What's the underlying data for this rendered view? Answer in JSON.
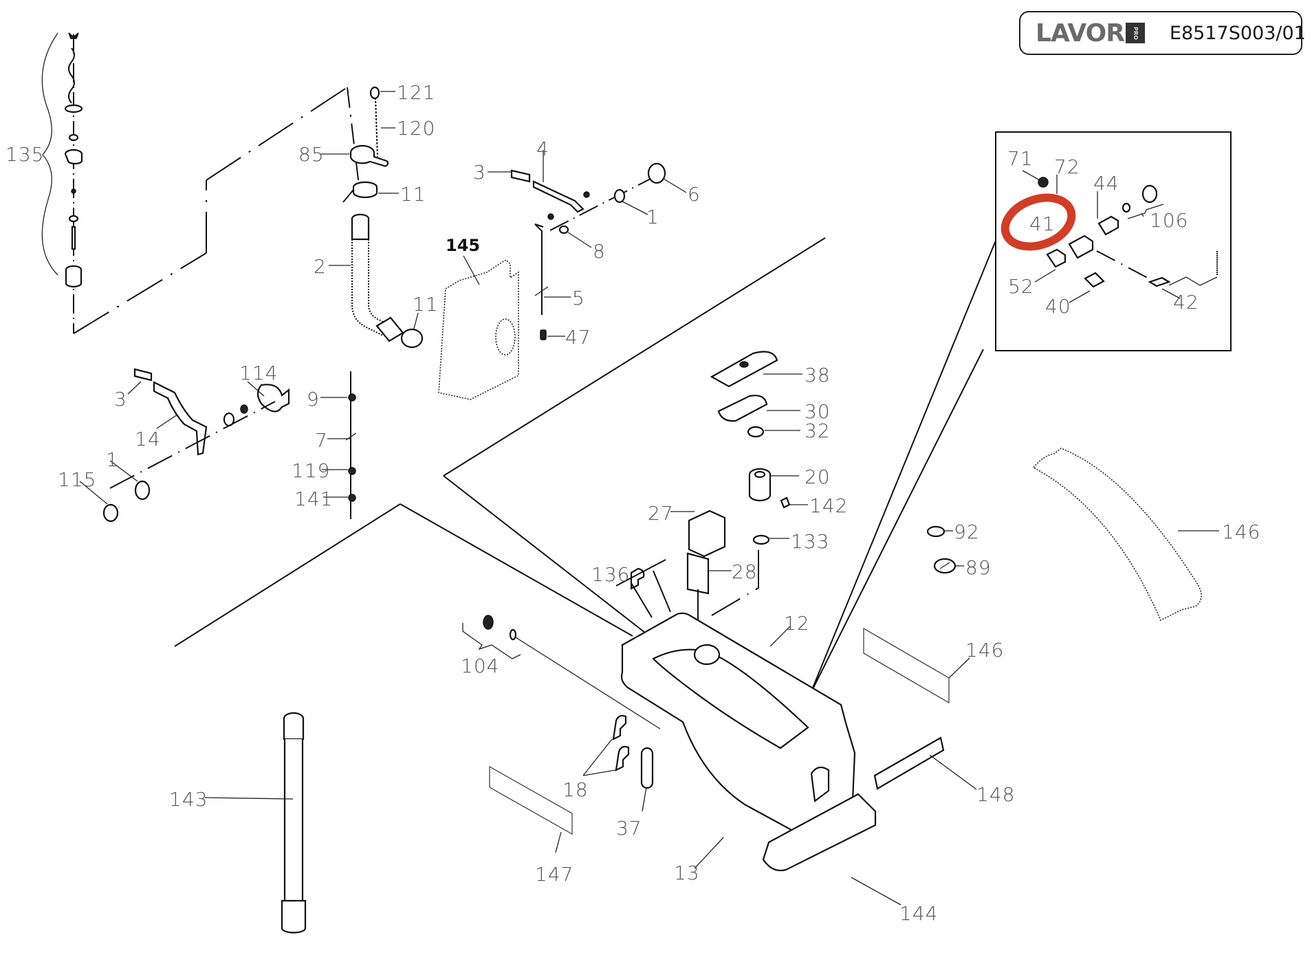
{
  "header": {
    "brand": "LAVOR",
    "brand_badge": "PRO",
    "document_code": "E8517S003/01"
  },
  "highlight": {
    "part": "41",
    "color": "#d13d26",
    "shape": "ellipse-ring"
  },
  "callouts": [
    {
      "id": "135",
      "bold": false
    },
    {
      "id": "121",
      "bold": false
    },
    {
      "id": "120",
      "bold": false
    },
    {
      "id": "85",
      "bold": false
    },
    {
      "id": "11a",
      "text": "11",
      "bold": false
    },
    {
      "id": "2",
      "bold": false
    },
    {
      "id": "11b",
      "text": "11",
      "bold": false
    },
    {
      "id": "145",
      "bold": true
    },
    {
      "id": "3a",
      "text": "3",
      "bold": false
    },
    {
      "id": "4",
      "bold": false
    },
    {
      "id": "6",
      "bold": false
    },
    {
      "id": "1a",
      "text": "1",
      "bold": false
    },
    {
      "id": "8",
      "bold": false
    },
    {
      "id": "5",
      "bold": false
    },
    {
      "id": "47",
      "bold": false
    },
    {
      "id": "3b",
      "text": "3",
      "bold": false
    },
    {
      "id": "14",
      "bold": false
    },
    {
      "id": "114",
      "bold": false
    },
    {
      "id": "1b",
      "text": "1",
      "bold": false
    },
    {
      "id": "115",
      "bold": false
    },
    {
      "id": "9",
      "bold": false
    },
    {
      "id": "7",
      "bold": false
    },
    {
      "id": "119",
      "bold": false
    },
    {
      "id": "141",
      "bold": false
    },
    {
      "id": "71",
      "bold": false
    },
    {
      "id": "72",
      "bold": false
    },
    {
      "id": "44",
      "bold": false
    },
    {
      "id": "41",
      "bold": false
    },
    {
      "id": "106",
      "bold": false
    },
    {
      "id": "52",
      "bold": false
    },
    {
      "id": "40",
      "bold": false
    },
    {
      "id": "42",
      "bold": false
    },
    {
      "id": "38",
      "bold": false
    },
    {
      "id": "30",
      "bold": false
    },
    {
      "id": "32",
      "bold": false
    },
    {
      "id": "20",
      "bold": false
    },
    {
      "id": "142",
      "bold": false
    },
    {
      "id": "133",
      "bold": false
    },
    {
      "id": "27",
      "bold": false
    },
    {
      "id": "28",
      "bold": false
    },
    {
      "id": "136",
      "bold": false
    },
    {
      "id": "12",
      "bold": false
    },
    {
      "id": "104",
      "bold": false
    },
    {
      "id": "18",
      "bold": false
    },
    {
      "id": "37",
      "bold": false
    },
    {
      "id": "147",
      "bold": false
    },
    {
      "id": "13",
      "bold": false
    },
    {
      "id": "144",
      "bold": false
    },
    {
      "id": "143",
      "bold": false
    },
    {
      "id": "92",
      "bold": false
    },
    {
      "id": "89",
      "bold": false
    },
    {
      "id": "146a",
      "text": "146",
      "bold": false
    },
    {
      "id": "146b",
      "text": "146",
      "bold": false
    },
    {
      "id": "148",
      "bold": false
    }
  ],
  "labels": {
    "c135": "135",
    "c121": "121",
    "c120": "120",
    "c85": "85",
    "c11a": "11",
    "c2": "2",
    "c11b": "11",
    "c145": "145",
    "c3a": "3",
    "c4": "4",
    "c6": "6",
    "c1a": "1",
    "c8": "8",
    "c5": "5",
    "c47": "47",
    "c3b": "3",
    "c14": "14",
    "c114": "114",
    "c1b": "1",
    "c115": "115",
    "c9": "9",
    "c7": "7",
    "c119": "119",
    "c141": "141",
    "c71": "71",
    "c72": "72",
    "c44": "44",
    "c41": "41",
    "c106": "106",
    "c52": "52",
    "c40": "40",
    "c42": "42",
    "c38": "38",
    "c30": "30",
    "c32": "32",
    "c20": "20",
    "c142": "142",
    "c133": "133",
    "c27": "27",
    "c28": "28",
    "c136": "136",
    "c12": "12",
    "c104": "104",
    "c18": "18",
    "c37": "37",
    "c147": "147",
    "c13": "13",
    "c144": "144",
    "c143": "143",
    "c92": "92",
    "c89": "89",
    "c146a": "146",
    "c146b": "146",
    "c148": "148"
  }
}
